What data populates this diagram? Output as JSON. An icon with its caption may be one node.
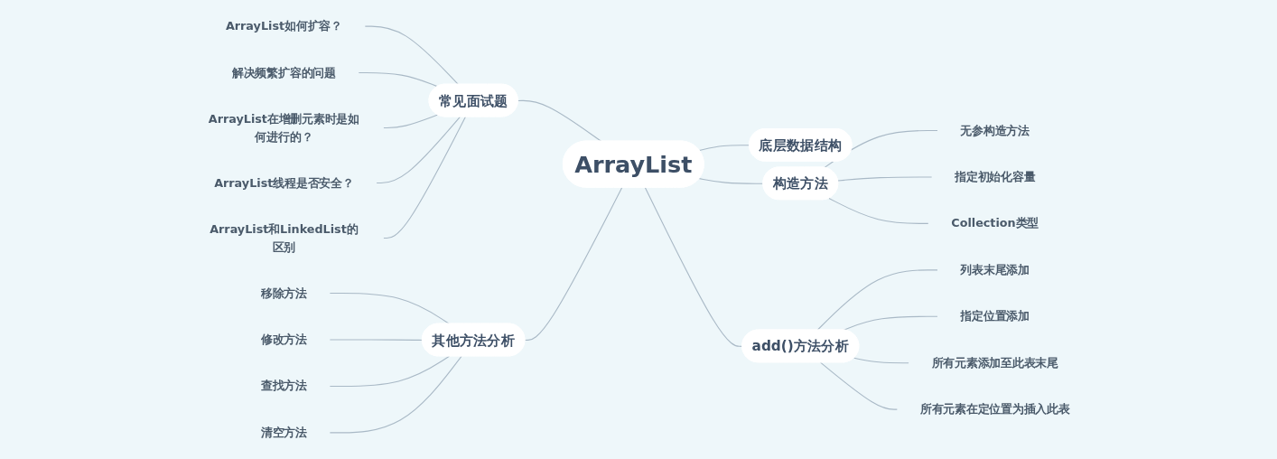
{
  "diagram": {
    "nodes": [
      {
        "text": [
          "ArrayList"
        ]
      },
      {
        "text": [
          "常见面试题"
        ]
      },
      {
        "text": [
          "ArrayList如何扩容？"
        ]
      },
      {
        "text": [
          "解决频繁扩容的问题"
        ]
      },
      {
        "text": [
          "ArrayList在增删元素时是如何进行的？"
        ]
      },
      {
        "text": [
          "ArrayList线程是否安全？"
        ]
      },
      {
        "text": [
          "ArrayList和LinkedList的区别"
        ]
      },
      {
        "text": [
          "其他方法分析"
        ]
      },
      {
        "text": [
          "移除方法"
        ]
      },
      {
        "text": [
          "修改方法"
        ]
      },
      {
        "text": [
          "查找方法"
        ]
      },
      {
        "text": [
          "清空方法"
        ]
      },
      {
        "text": [
          "底层数据结构"
        ]
      },
      {
        "text": [
          "构造方法"
        ]
      },
      {
        "text": [
          "无参构造方法"
        ]
      },
      {
        "text": [
          "指定初始化容量"
        ]
      },
      {
        "text": [
          "Collection类型"
        ]
      },
      {
        "text": [
          "add()方法分析"
        ]
      },
      {
        "text": [
          "列表末尾添加"
        ]
      },
      {
        "text": [
          "指定位置添加"
        ]
      },
      {
        "text": [
          "所有元素添加至此表末尾"
        ]
      },
      {
        "text": [
          "所有元素在定位置为插入此表"
        ]
      }
    ],
    "edges": [
      {
        "from": 1,
        "to": 0,
        "arrow": "none"
      },
      {
        "from": 2,
        "to": 1,
        "arrow": "none"
      },
      {
        "from": 3,
        "to": 1,
        "arrow": "none"
      },
      {
        "from": 4,
        "to": 1,
        "arrow": "none"
      },
      {
        "from": 5,
        "to": 1,
        "arrow": "none"
      },
      {
        "from": 6,
        "to": 1,
        "arrow": "none"
      },
      {
        "from": 7,
        "to": 0,
        "arrow": "none"
      },
      {
        "from": 8,
        "to": 7,
        "arrow": "none"
      },
      {
        "from": 9,
        "to": 7,
        "arrow": "none"
      },
      {
        "from": 10,
        "to": 7,
        "arrow": "none"
      },
      {
        "from": 11,
        "to": 7,
        "arrow": "none"
      },
      {
        "from": 0,
        "to": 12,
        "arrow": "none"
      },
      {
        "from": 0,
        "to": 13,
        "arrow": "none"
      },
      {
        "from": 13,
        "to": 14,
        "arrow": "none"
      },
      {
        "from": 13,
        "to": 15,
        "arrow": "none"
      },
      {
        "from": 13,
        "to": 16,
        "arrow": "none"
      },
      {
        "from": 0,
        "to": 17,
        "arrow": "none"
      },
      {
        "from": 17,
        "to": 18,
        "arrow": "none"
      },
      {
        "from": 17,
        "to": 19,
        "arrow": "none"
      },
      {
        "from": 17,
        "to": 20,
        "arrow": "none"
      },
      {
        "from": 17,
        "to": 21,
        "arrow": "none"
      }
    ]
  }
}
